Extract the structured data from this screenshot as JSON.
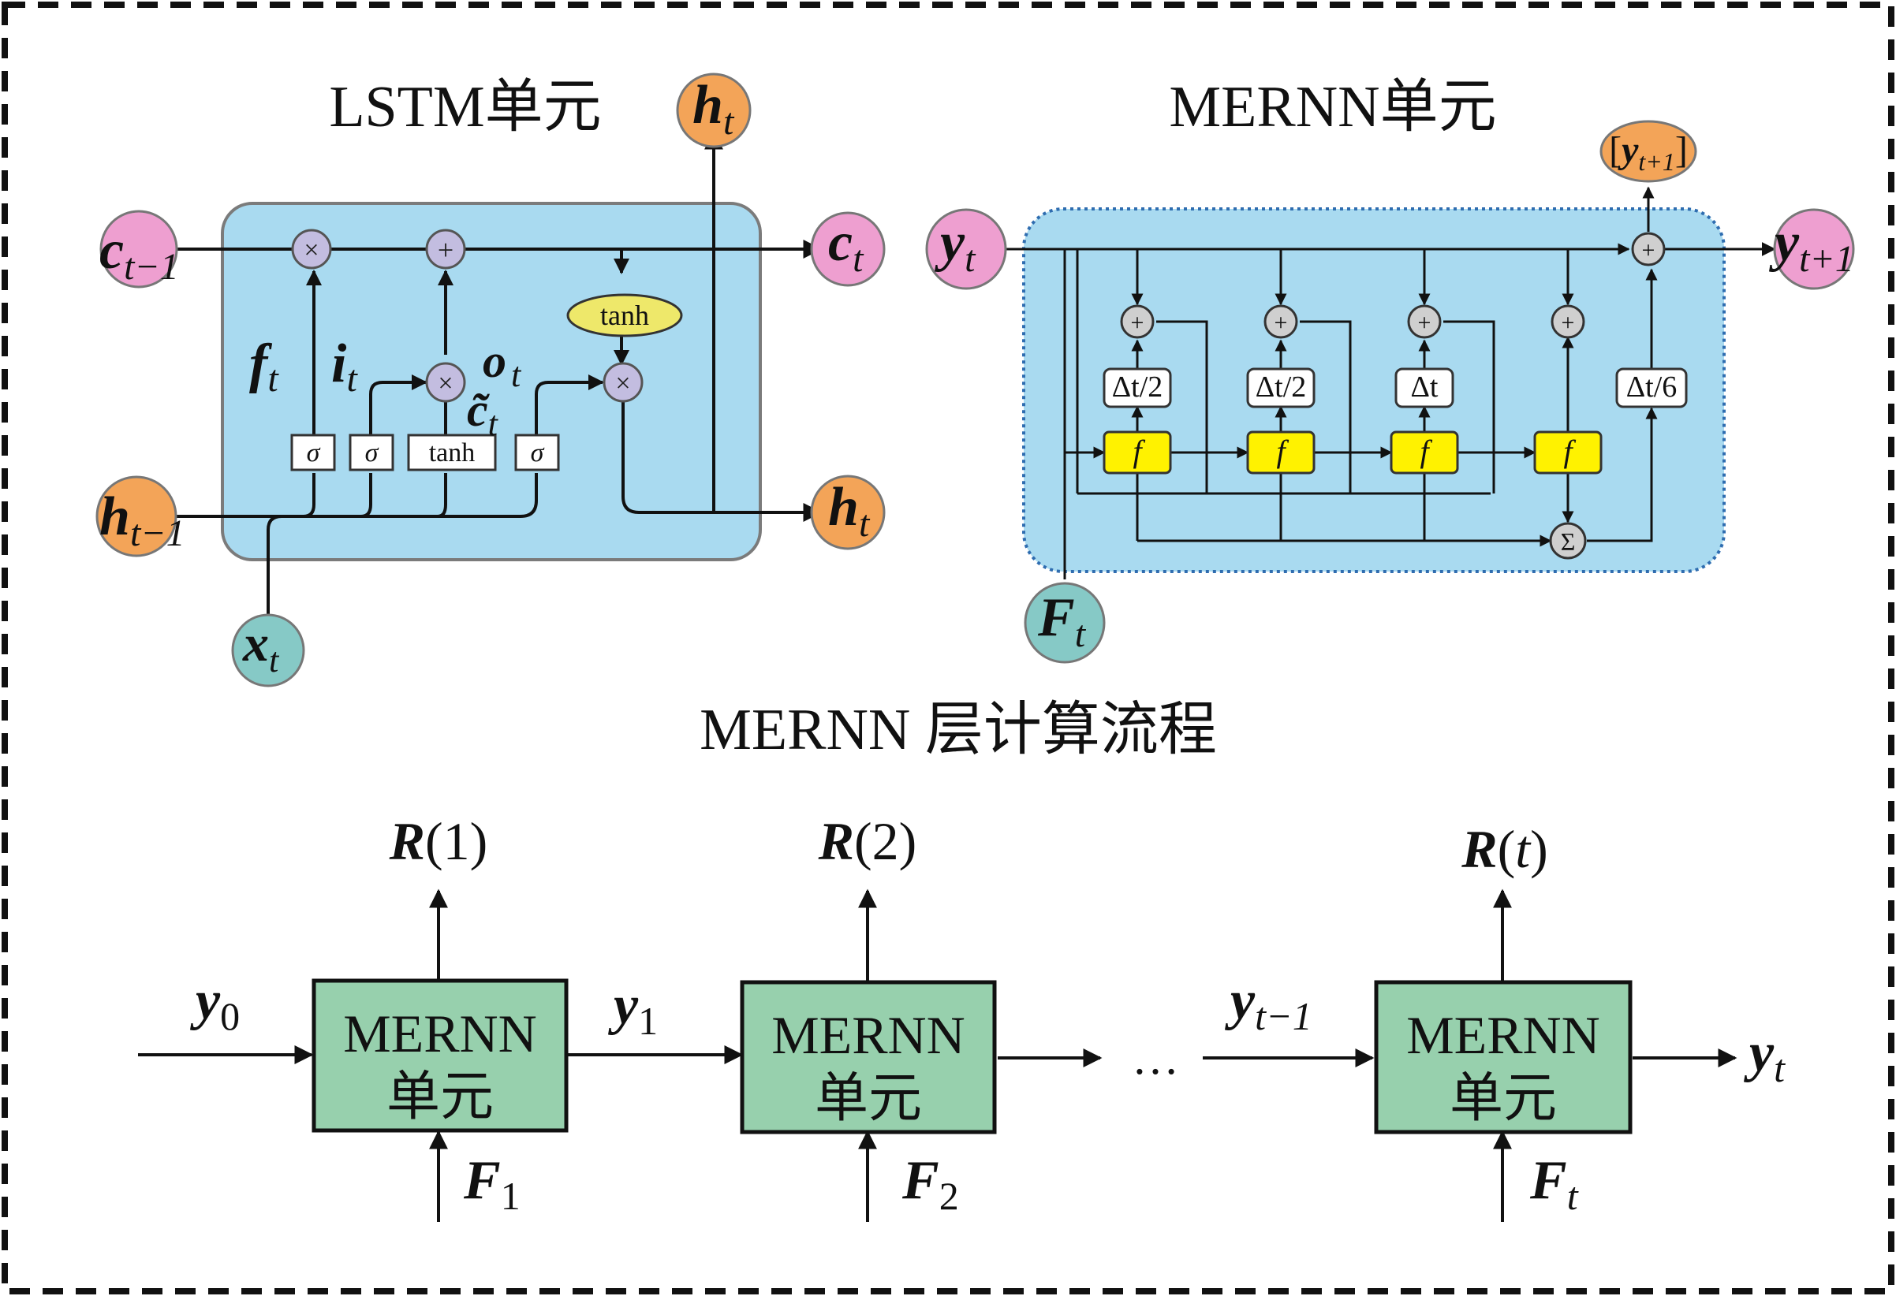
{
  "colors": {
    "cell_fill": "#a9daf0",
    "pink_node": "#ee9fd0",
    "orange_node": "#f3a458",
    "teal_node": "#86c9c6",
    "yellow": "#fff200",
    "tanh_oval": "#eee86a",
    "op_circle": "#c3bde0",
    "mernn_box": "#97d0ad"
  },
  "lstm": {
    "title": "LSTM单元",
    "in_c": {
      "base": "c",
      "sub": "t−1"
    },
    "in_h": {
      "base": "h",
      "sub": "t−1"
    },
    "in_x": {
      "base": "x",
      "sub": "t"
    },
    "out_c": {
      "base": "c",
      "sub": "t"
    },
    "out_h_right": {
      "base": "h",
      "sub": "t"
    },
    "out_h_top": {
      "base": "h",
      "sub": "t"
    },
    "forget": {
      "base": "f",
      "sub": "t"
    },
    "input": {
      "base": "i",
      "sub": "t"
    },
    "output": {
      "base": "o",
      "sub": "t"
    },
    "candidate": {
      "base": "c̃",
      "sub": "t"
    },
    "gates": [
      "σ",
      "σ",
      "tanh",
      "σ"
    ],
    "ops": {
      "mul": "×",
      "add": "+"
    },
    "tanh_label": "tanh"
  },
  "mernn": {
    "title": "MERNN单元",
    "in_y": {
      "base": "y",
      "sub": "t"
    },
    "out_y": {
      "base": "y",
      "sub": "t+1"
    },
    "top_y": {
      "base": "y",
      "sub": "t+1"
    },
    "in_f": {
      "base": "F",
      "sub": "t"
    },
    "f_label": "f",
    "steps": [
      "Δt/2",
      "Δt/2",
      "Δt",
      "Δt/6"
    ],
    "sum": "Σ",
    "plus": "+"
  },
  "flow": {
    "title": "MERNN 层计算流程",
    "unit_line1": "MERNN",
    "unit_line2": "单元",
    "ellipsis": "…",
    "outputs": [
      {
        "base": "R",
        "arg": "1",
        "italic_arg": false
      },
      {
        "base": "R",
        "arg": "2",
        "italic_arg": false
      },
      {
        "base": "R",
        "arg": "t",
        "italic_arg": true
      }
    ],
    "forcing": [
      {
        "base": "F",
        "sub": "1"
      },
      {
        "base": "F",
        "sub": "2"
      },
      {
        "base": "F",
        "sub": "t"
      }
    ],
    "states": [
      {
        "base": "y",
        "sub": "0"
      },
      {
        "base": "y",
        "sub": "1"
      },
      {
        "base": "y",
        "sub": "t−1"
      },
      {
        "base": "y",
        "sub": "t"
      }
    ]
  }
}
